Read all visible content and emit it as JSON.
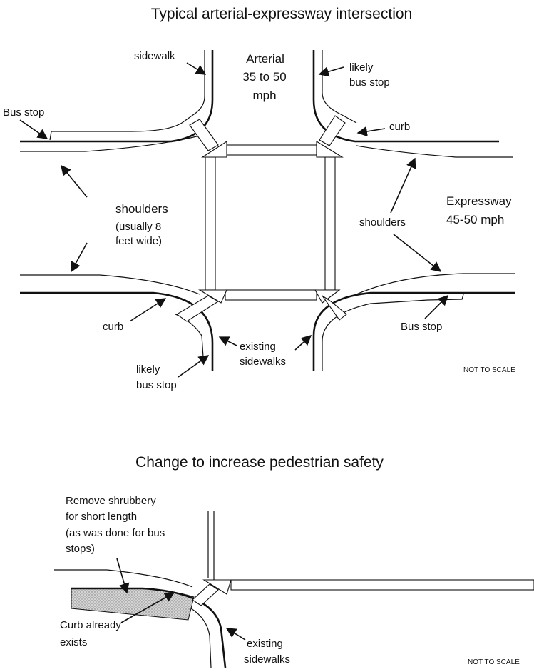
{
  "top": {
    "title": "Typical arterial-expressway intersection",
    "arterial": [
      "Arterial",
      "35 to 50",
      "mph"
    ],
    "expressway": [
      "Expressway",
      "45-50  mph"
    ],
    "labels": {
      "sidewalk": "sidewalk",
      "likely_bus_stop_top": [
        "likely",
        "bus stop"
      ],
      "bus_stop_left": "Bus  stop",
      "curb_right": "curb",
      "shoulders_left": "shoulders",
      "shoulders_note": [
        "(usually  8",
        "feet wide)"
      ],
      "shoulders_right": "shoulders",
      "curb_left": "curb",
      "existing_sidewalks": [
        "existing",
        "sidewalks"
      ],
      "likely_bus_stop_bottom": [
        "likely",
        "bus stop"
      ],
      "bus_stop_right": "Bus  stop"
    },
    "not_to_scale": "NOT TO SCALE"
  },
  "bottom": {
    "title": "Change to increase pedestrian safety",
    "remove_note": [
      "Remove  shrubbery",
      "for short length",
      "(as was done for bus",
      "stops)"
    ],
    "curb_note": [
      "Curb  already",
      "exists"
    ],
    "existing_sidewalks": [
      "existing",
      "sidewalks"
    ],
    "not_to_scale": "NOT TO SCALE"
  }
}
